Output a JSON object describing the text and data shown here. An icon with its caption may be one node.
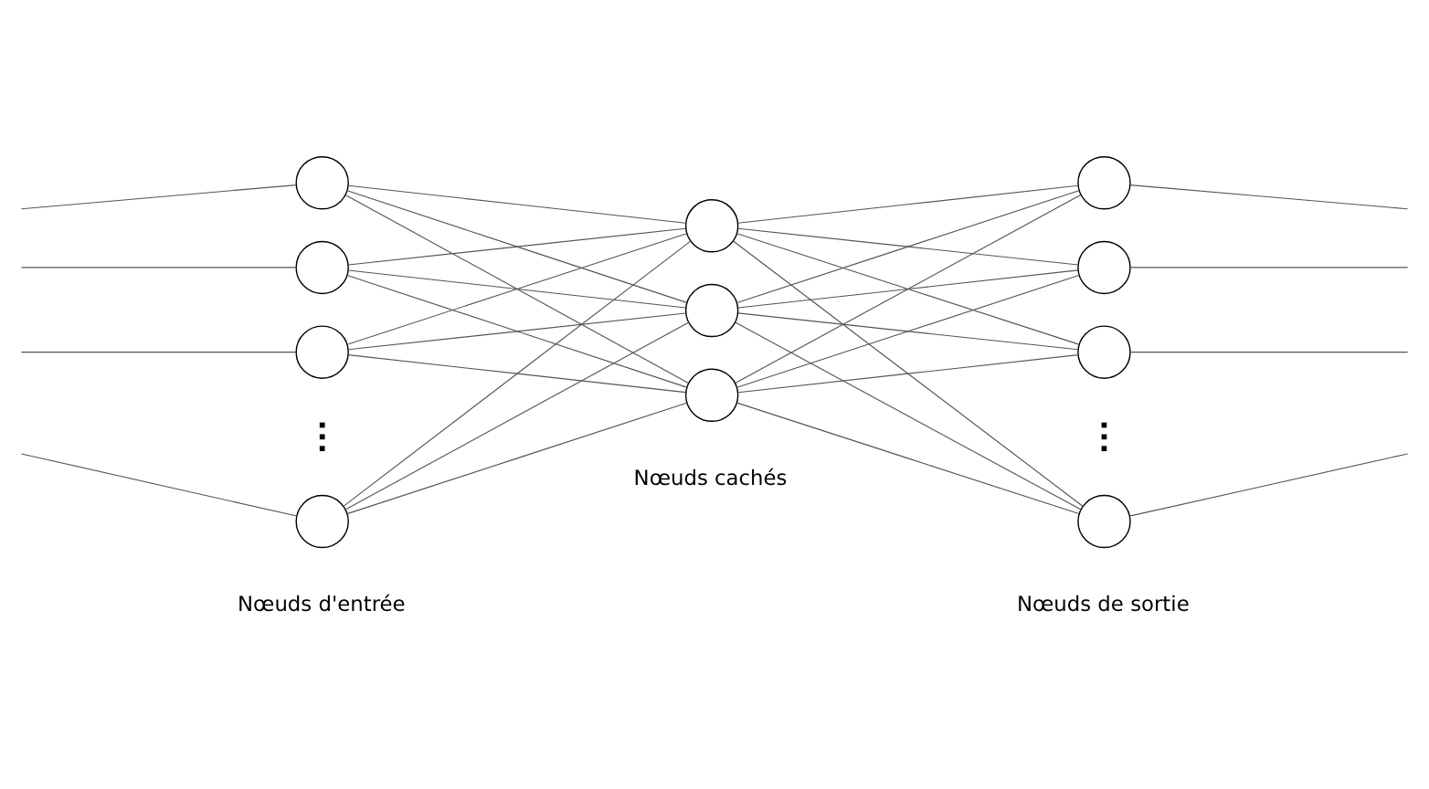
{
  "diagram": {
    "nodes": [
      {
        "text": [],
        "shape": "circle"
      },
      {
        "text": [],
        "shape": "circle"
      },
      {
        "text": [],
        "shape": "circle"
      },
      {
        "text": [],
        "shape": "circle"
      },
      {
        "text": [],
        "shape": "circle"
      },
      {
        "text": [],
        "shape": "circle"
      },
      {
        "text": [],
        "shape": "circle"
      },
      {
        "text": [],
        "shape": "circle"
      },
      {
        "text": [],
        "shape": "circle"
      },
      {
        "text": [],
        "shape": "circle"
      },
      {
        "text": [],
        "shape": "circle"
      }
    ],
    "edges": [
      {
        "from": null,
        "to": 0,
        "arrow": "none"
      },
      {
        "from": null,
        "to": 1,
        "arrow": "none"
      },
      {
        "from": null,
        "to": 2,
        "arrow": "none"
      },
      {
        "from": null,
        "to": 3,
        "arrow": "none"
      },
      {
        "from": 0,
        "to": 4,
        "arrow": "none"
      },
      {
        "from": 0,
        "to": 5,
        "arrow": "none"
      },
      {
        "from": 0,
        "to": 6,
        "arrow": "none"
      },
      {
        "from": 1,
        "to": 4,
        "arrow": "none"
      },
      {
        "from": 1,
        "to": 5,
        "arrow": "none"
      },
      {
        "from": 1,
        "to": 6,
        "arrow": "none"
      },
      {
        "from": 2,
        "to": 4,
        "arrow": "none"
      },
      {
        "from": 2,
        "to": 5,
        "arrow": "none"
      },
      {
        "from": 2,
        "to": 6,
        "arrow": "none"
      },
      {
        "from": 3,
        "to": 4,
        "arrow": "none"
      },
      {
        "from": 3,
        "to": 5,
        "arrow": "none"
      },
      {
        "from": 3,
        "to": 6,
        "arrow": "none"
      },
      {
        "from": 4,
        "to": 7,
        "arrow": "none"
      },
      {
        "from": 4,
        "to": 8,
        "arrow": "none"
      },
      {
        "from": 4,
        "to": 9,
        "arrow": "none"
      },
      {
        "from": 4,
        "to": 10,
        "arrow": "none"
      },
      {
        "from": 5,
        "to": 7,
        "arrow": "none"
      },
      {
        "from": 5,
        "to": 8,
        "arrow": "none"
      },
      {
        "from": 5,
        "to": 9,
        "arrow": "none"
      },
      {
        "from": 5,
        "to": 10,
        "arrow": "none"
      },
      {
        "from": 6,
        "to": 7,
        "arrow": "none"
      },
      {
        "from": 6,
        "to": 8,
        "arrow": "none"
      },
      {
        "from": 6,
        "to": 9,
        "arrow": "none"
      },
      {
        "from": 6,
        "to": 10,
        "arrow": "none"
      },
      {
        "from": 7,
        "to": null,
        "arrow": "none"
      },
      {
        "from": 8,
        "to": null,
        "arrow": "none"
      },
      {
        "from": 9,
        "to": null,
        "arrow": "none"
      },
      {
        "from": 10,
        "to": null,
        "arrow": "none"
      }
    ],
    "labels": [
      "Nœuds d'entrée",
      "Nœuds cachés",
      "Nœuds de sortie"
    ]
  }
}
